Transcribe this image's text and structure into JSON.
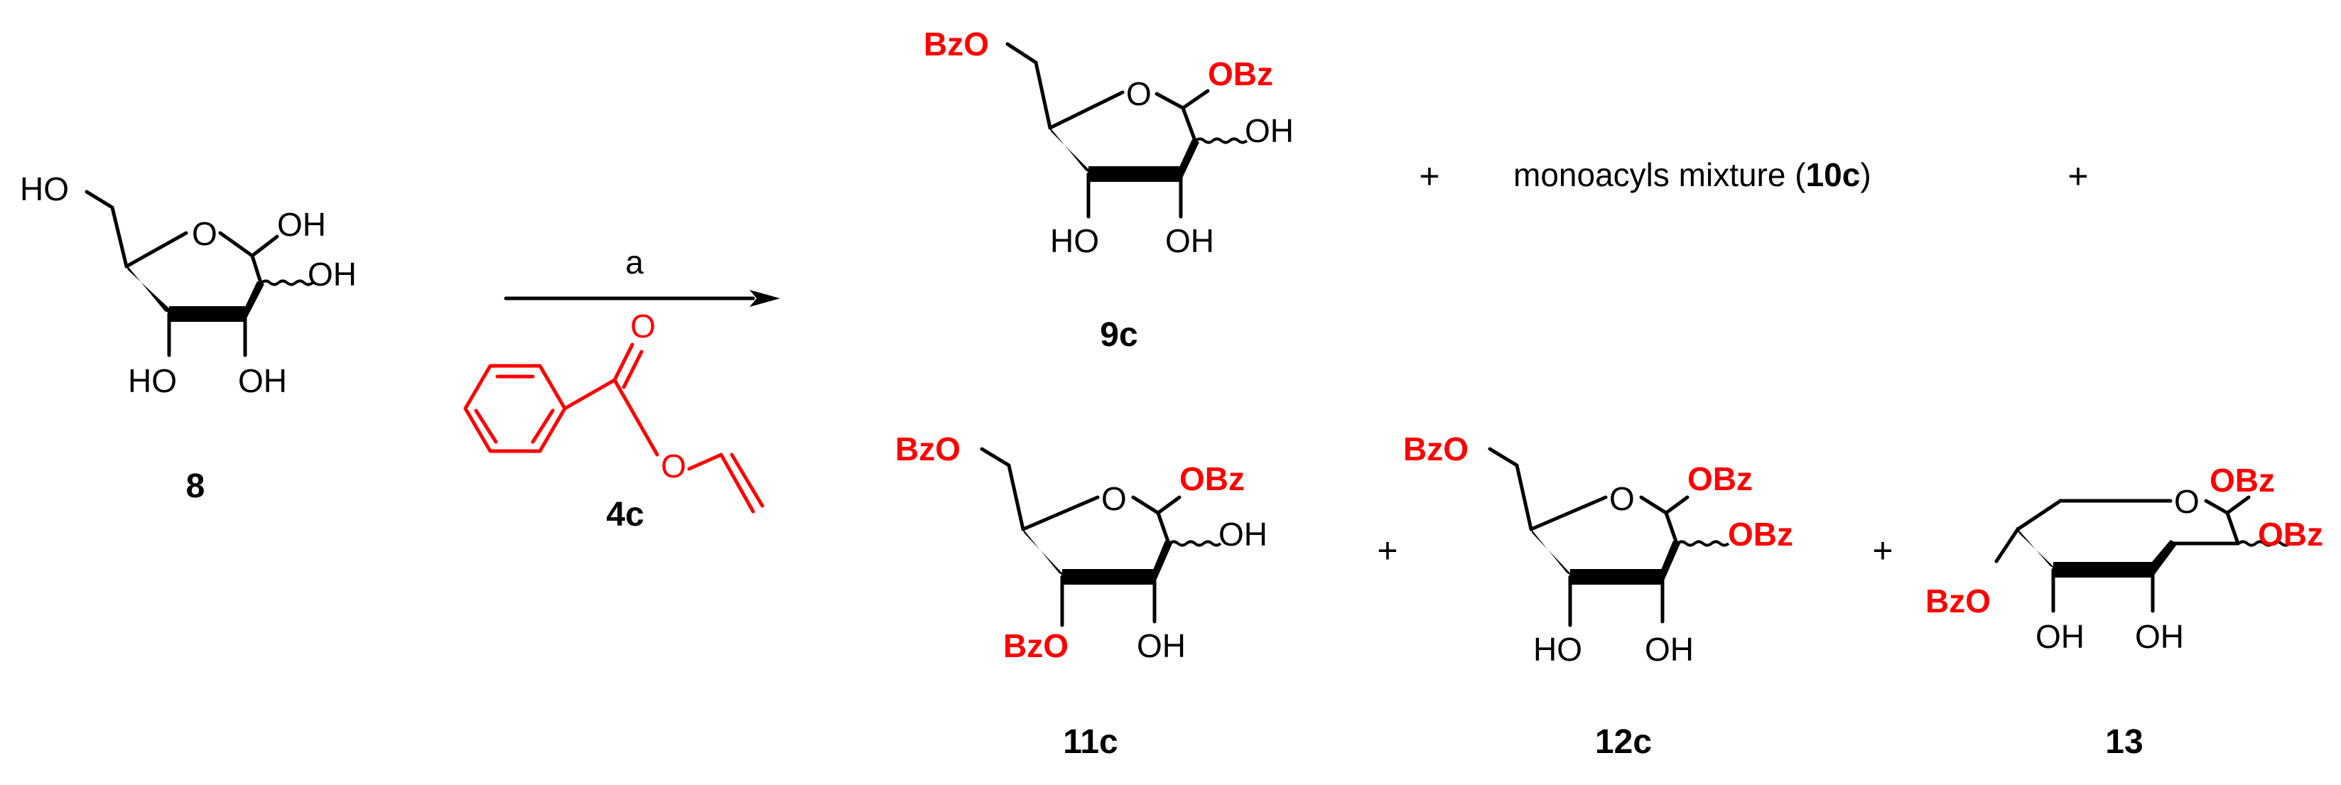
{
  "reagent_label": "a",
  "reagent": {
    "label": "4c",
    "atom_o_carbonyl": "O",
    "atom_o_ester": "O"
  },
  "compounds": {
    "c8": {
      "label": "8",
      "c6": "HO",
      "ring_o": "O",
      "anomeric_top": "OH",
      "anomeric_side": "OH",
      "c3": "HO",
      "c4": "OH"
    },
    "c9c": {
      "label": "9c",
      "c6": "BzO",
      "ring_o": "O",
      "anomeric_top": "OBz",
      "anomeric_side": "OH",
      "c3": "HO",
      "c4": "OH"
    },
    "c11c": {
      "label": "11c",
      "c6": "BzO",
      "ring_o": "O",
      "anomeric_top": "OBz",
      "anomeric_side": "OH",
      "c3": "BzO",
      "c4": "OH"
    },
    "c12c": {
      "label": "12c",
      "c6": "BzO",
      "ring_o": "O",
      "anomeric_top": "OBz",
      "anomeric_side": "OBz",
      "c3": "HO",
      "c4": "OH"
    },
    "c13": {
      "label": "13",
      "ring_o": "O",
      "anomeric_top": "OBz",
      "anomeric_side": "OBz",
      "c4": "BzO",
      "c3a": "OH",
      "c3b": "OH"
    }
  },
  "mixture": {
    "prefix": "monoacyls mixture (",
    "label": "10c",
    "suffix": ")"
  },
  "plus_sign": "+"
}
